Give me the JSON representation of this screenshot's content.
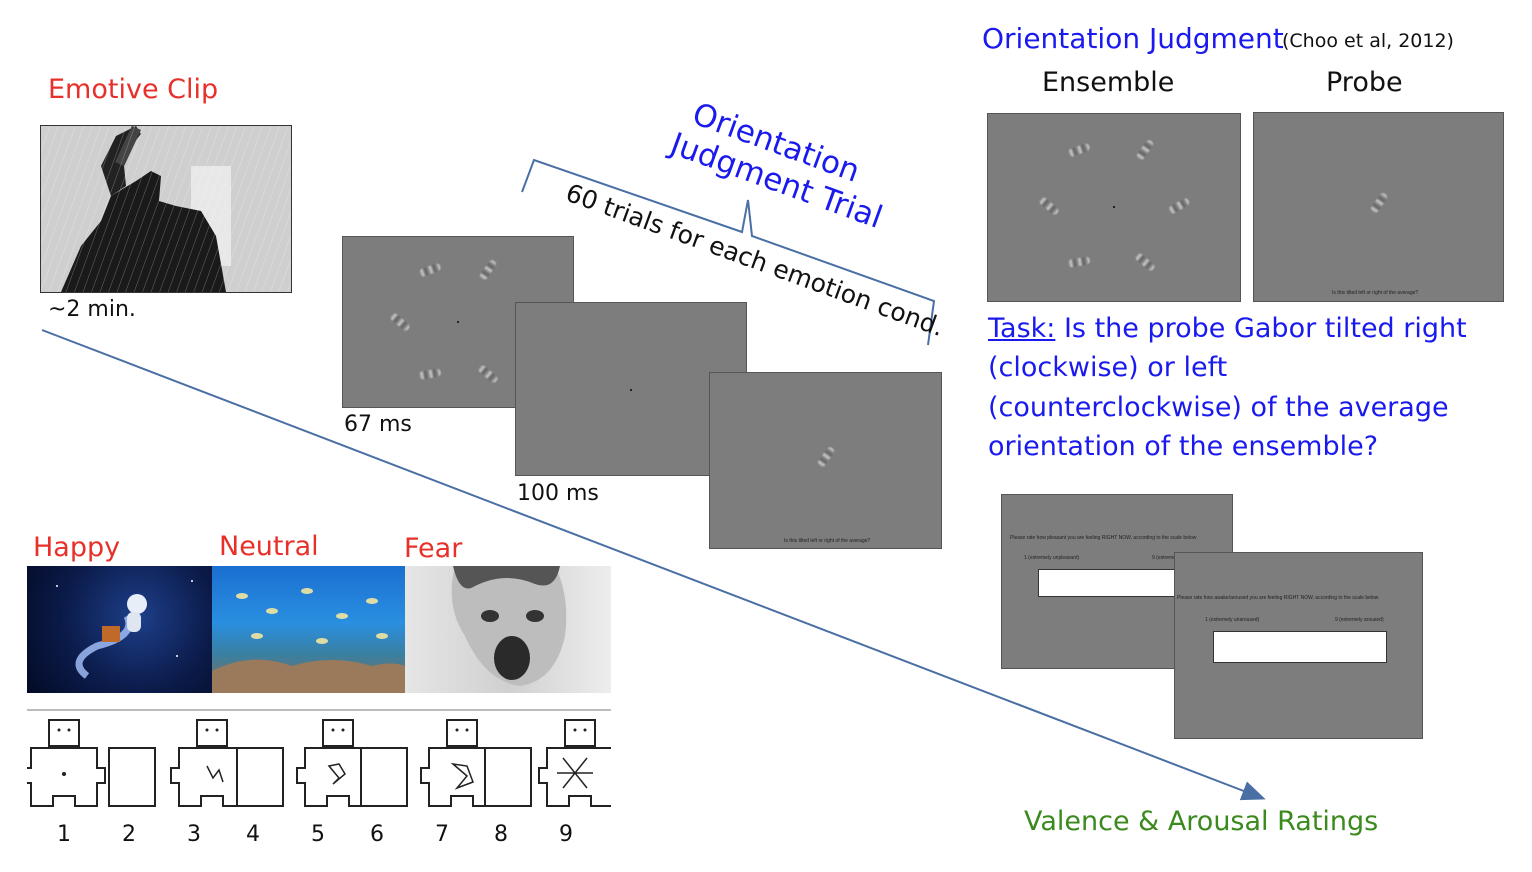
{
  "emotive": {
    "title": "Emotive Clip",
    "duration": "~2 min."
  },
  "trial": {
    "title_line1": "Orientation",
    "title_line2": "Judgment Trial",
    "brace_label": "60 trials for each emotion cond.",
    "timing1": "67 ms",
    "timing2": "100 ms",
    "probe_prompt": "Is this tilted left or right of the average?"
  },
  "judgment": {
    "title": "Orientation Judgment",
    "citation": "(Choo et al, 2012)",
    "ensemble_label": "Ensemble",
    "probe_label": "Probe",
    "probe_prompt": "Is this tilted left or right of the average?",
    "task_label": "Task:",
    "task_line1": " Is the probe Gabor tilted right",
    "task_line2": "(clockwise) or left",
    "task_line3": "(counterclockwise) of the average",
    "task_line4": "orientation of the ensemble?"
  },
  "conditions": {
    "happy": "Happy",
    "neutral": "Neutral",
    "fear": "Fear"
  },
  "sam_scale": {
    "numbers": [
      "1",
      "2",
      "3",
      "4",
      "5",
      "6",
      "7",
      "8",
      "9"
    ]
  },
  "ratings": {
    "label": "Valence & Arousal Ratings",
    "valence_prompt": "Please rate how pleasant you are feeling RIGHT NOW, according to the scale below",
    "valence_low": "1 (extremely unpleasant)",
    "valence_high": "9 (extremely pleasant)",
    "arousal_prompt": "Please rate how awake/aroused you are feeling RIGHT NOW, according to the scale below",
    "arousal_low": "1 (extremely unaroused)",
    "arousal_high": "9 (extremely aroused)"
  },
  "colors": {
    "red": "#e8302a",
    "blue": "#1a1aee",
    "green": "#3b8a1e",
    "screen_gray": "#7d7d7d",
    "arrow": "#4a6fa5"
  }
}
